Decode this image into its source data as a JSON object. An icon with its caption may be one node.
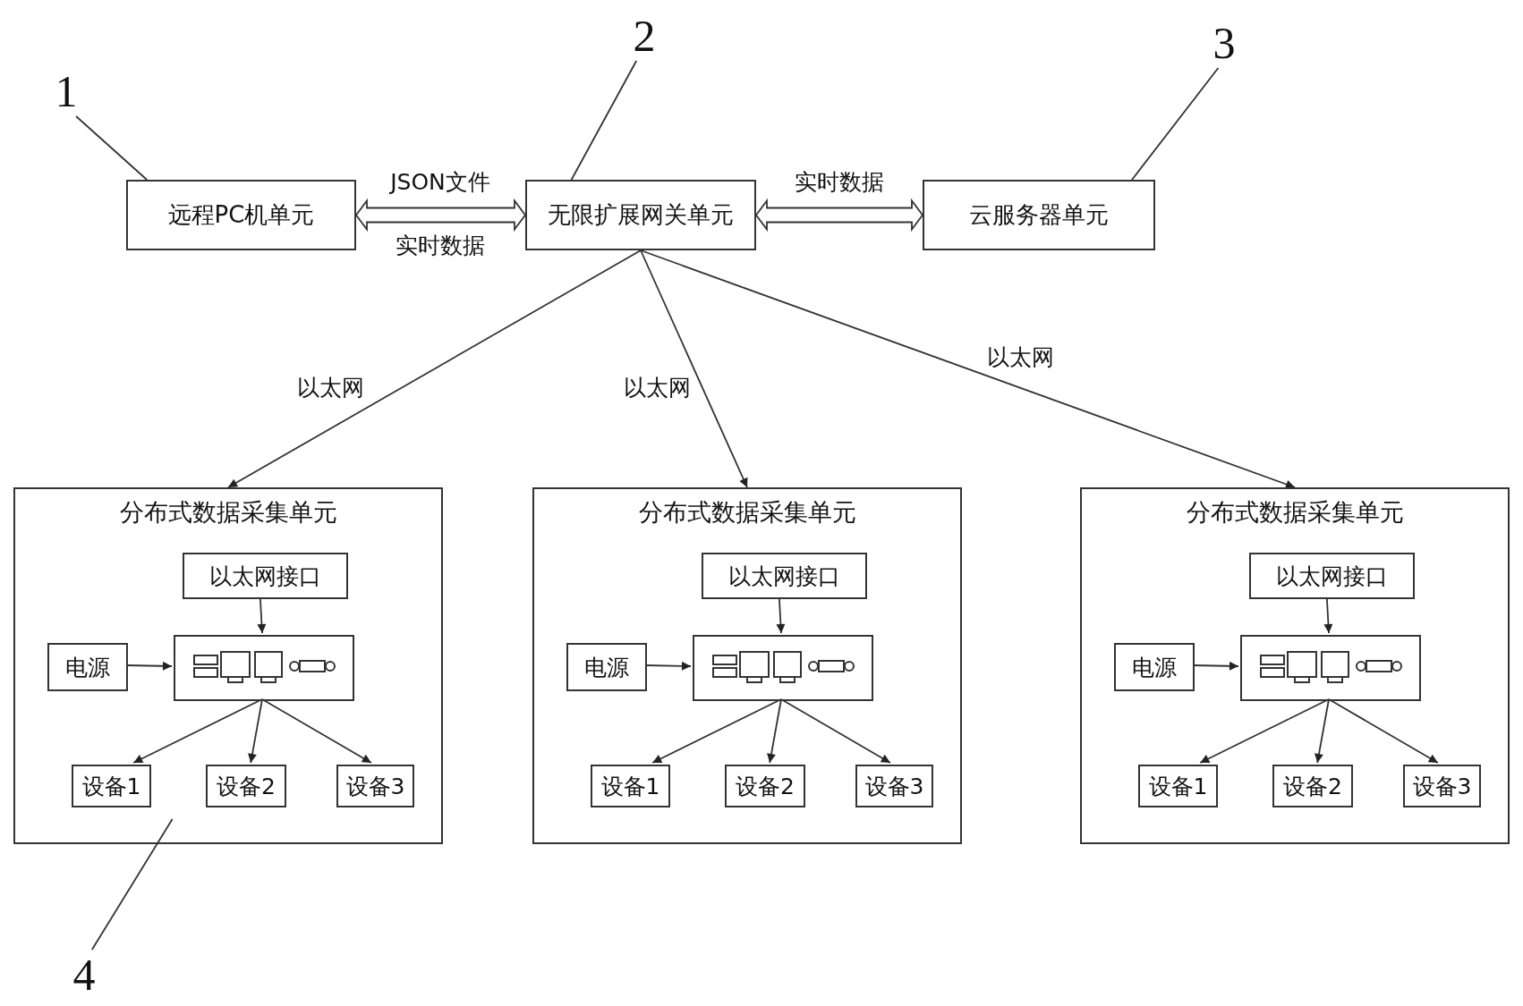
{
  "diagram": {
    "nodes": [
      {
        "text": [
          "1"
        ]
      },
      {
        "text": [
          "2"
        ]
      },
      {
        "text": [
          "3"
        ]
      },
      {
        "text": [
          "远程PC机单元"
        ]
      },
      {
        "text": [
          "无限扩展网关单元"
        ]
      },
      {
        "text": [
          "云服务器单元"
        ]
      },
      {
        "text": [
          "分布式数据采集单元"
        ]
      },
      {
        "text": [
          "以太网接口"
        ],
        "in": 6
      },
      {
        "text": [
          "电源"
        ],
        "in": 6
      },
      {
        "text": [],
        "shape": "box",
        "in": 6
      },
      {
        "text": [
          "设备1"
        ],
        "in": 6
      },
      {
        "text": [
          "设备2"
        ],
        "in": 6
      },
      {
        "text": [
          "设备3"
        ],
        "in": 6
      },
      {
        "text": [
          "分布式数据采集单元"
        ]
      },
      {
        "text": [
          "以太网接口"
        ],
        "in": 13
      },
      {
        "text": [
          "电源"
        ],
        "in": 13
      },
      {
        "text": [],
        "shape": "box",
        "in": 13
      },
      {
        "text": [
          "设备1"
        ],
        "in": 13
      },
      {
        "text": [
          "设备2"
        ],
        "in": 13
      },
      {
        "text": [
          "设备3"
        ],
        "in": 13
      },
      {
        "text": [
          "分布式数据采集单元"
        ]
      },
      {
        "text": [
          "以太网接口"
        ],
        "in": 20
      },
      {
        "text": [
          "电源"
        ],
        "in": 20
      },
      {
        "text": [],
        "shape": "box",
        "in": 20
      },
      {
        "text": [
          "设备1"
        ],
        "in": 20
      },
      {
        "text": [
          "设备2"
        ],
        "in": 20
      },
      {
        "text": [
          "设备3"
        ],
        "in": 20
      },
      {
        "text": [
          "4"
        ]
      }
    ],
    "edges": [
      {
        "from": 0,
        "to": 3,
        "arrow": "none"
      },
      {
        "from": 1,
        "to": 4,
        "arrow": "none"
      },
      {
        "from": 2,
        "to": 5,
        "arrow": "none"
      },
      {
        "from": 3,
        "to": 4,
        "arrow": "both",
        "label": "JSON文件"
      },
      {
        "from": 4,
        "to": 5,
        "arrow": "both",
        "label": "实时数据"
      },
      {
        "from": 4,
        "to": 6,
        "arrow": "to",
        "label": "以太网"
      },
      {
        "from": 4,
        "to": 13,
        "arrow": "to",
        "label": "以太网"
      },
      {
        "from": 4,
        "to": 20,
        "arrow": "to",
        "label": "以太网"
      },
      {
        "from": 7,
        "to": 9,
        "arrow": "to"
      },
      {
        "from": 8,
        "to": 9,
        "arrow": "to"
      },
      {
        "from": 9,
        "to": 10,
        "arrow": "to"
      },
      {
        "from": 9,
        "to": 11,
        "arrow": "to"
      },
      {
        "from": 9,
        "to": 12,
        "arrow": "to"
      },
      {
        "from": 14,
        "to": 16,
        "arrow": "to"
      },
      {
        "from": 15,
        "to": 16,
        "arrow": "to"
      },
      {
        "from": 16,
        "to": 17,
        "arrow": "to"
      },
      {
        "from": 16,
        "to": 18,
        "arrow": "to"
      },
      {
        "from": 16,
        "to": 19,
        "arrow": "to"
      },
      {
        "from": 21,
        "to": 23,
        "arrow": "to"
      },
      {
        "from": 22,
        "to": 23,
        "arrow": "to"
      },
      {
        "from": 23,
        "to": 24,
        "arrow": "to"
      },
      {
        "from": 23,
        "to": 25,
        "arrow": "to"
      },
      {
        "from": 23,
        "to": 26,
        "arrow": "to"
      },
      {
        "from": 27,
        "to": 6,
        "arrow": "none"
      }
    ],
    "labels": [
      "实时数据"
    ]
  }
}
